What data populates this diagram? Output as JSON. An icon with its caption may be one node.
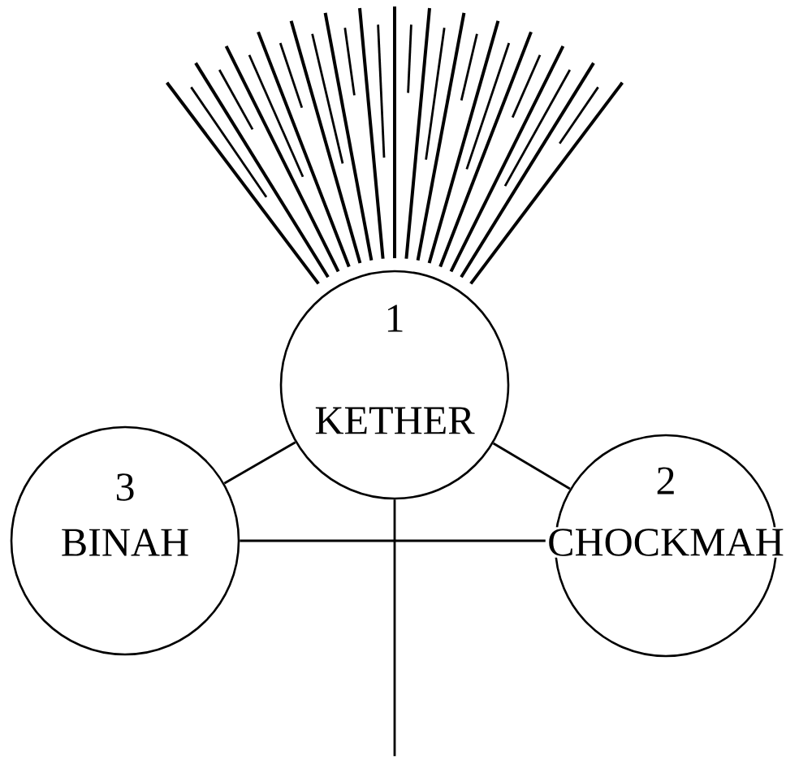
{
  "diagram": {
    "nodes": [
      {
        "text": [
          "1",
          "KETHER"
        ]
      },
      {
        "text": [
          "2",
          "CHOCKMAH"
        ]
      },
      {
        "text": [
          "3",
          "BINAH"
        ]
      }
    ],
    "edges": [
      {
        "from": 0,
        "to": 1,
        "arrow": "none"
      },
      {
        "from": 0,
        "to": 2,
        "arrow": "none"
      },
      {
        "from": 2,
        "to": 1,
        "arrow": "none"
      },
      {
        "from": 0,
        "to": null,
        "arrow": "none"
      }
    ]
  }
}
